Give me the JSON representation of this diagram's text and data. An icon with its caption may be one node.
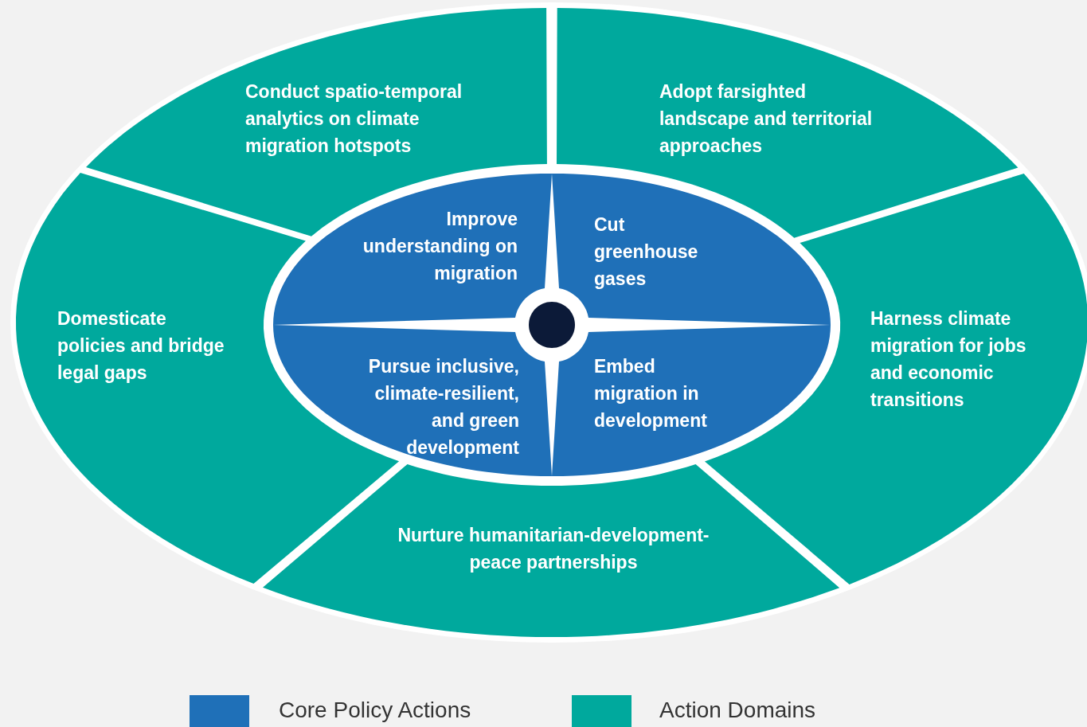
{
  "diagram": {
    "nodes": [
      {
        "text": [
          "Conduct spatio-temporal analytics on climate migration hotspots"
        ]
      },
      {
        "text": [
          "Adopt farsighted landscape and territorial approaches"
        ]
      },
      {
        "text": [
          "Harness climate migration for jobs and economic transitions"
        ]
      },
      {
        "text": [
          "Nurture humanitarian-development-peace partnerships"
        ]
      },
      {
        "text": [
          "Domesticate policies and bridge legal gaps"
        ]
      },
      {
        "text": [
          "Improve understanding on migration"
        ]
      },
      {
        "text": [
          "Cut greenhouse gases"
        ]
      },
      {
        "text": [
          "Pursue inclusive, climate-resilient, and green development"
        ]
      },
      {
        "text": [
          "Embed migration in development"
        ]
      },
      {
        "text": [],
        "shape": "circle"
      }
    ],
    "legend": [
      {
        "text": "Core Policy Actions",
        "color": "#1f70b8"
      },
      {
        "text": "Action Domains",
        "color": "#00a99d"
      }
    ]
  }
}
